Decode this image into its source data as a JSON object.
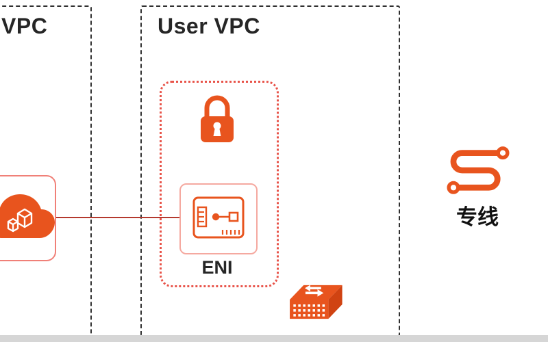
{
  "diagram": {
    "left_vpc_label": "VPC",
    "user_vpc_label": "User VPC",
    "eni_label": "ENI",
    "leased_line_label": "专线"
  },
  "icons": {
    "lock": "lock-icon",
    "cloud": "cloud-compute-icon",
    "eni_card": "network-interface-icon",
    "switch": "switch-icon",
    "leased_line": "leased-line-icon"
  },
  "colors": {
    "brand_orange": "#E8541E",
    "connector_red": "#B4392E",
    "dotted_border_red": "#E8544A",
    "eni_card_border_pink": "#F5A9A0",
    "vpc_border_dark": "#2F2F2F",
    "text_dark": "#262626"
  }
}
